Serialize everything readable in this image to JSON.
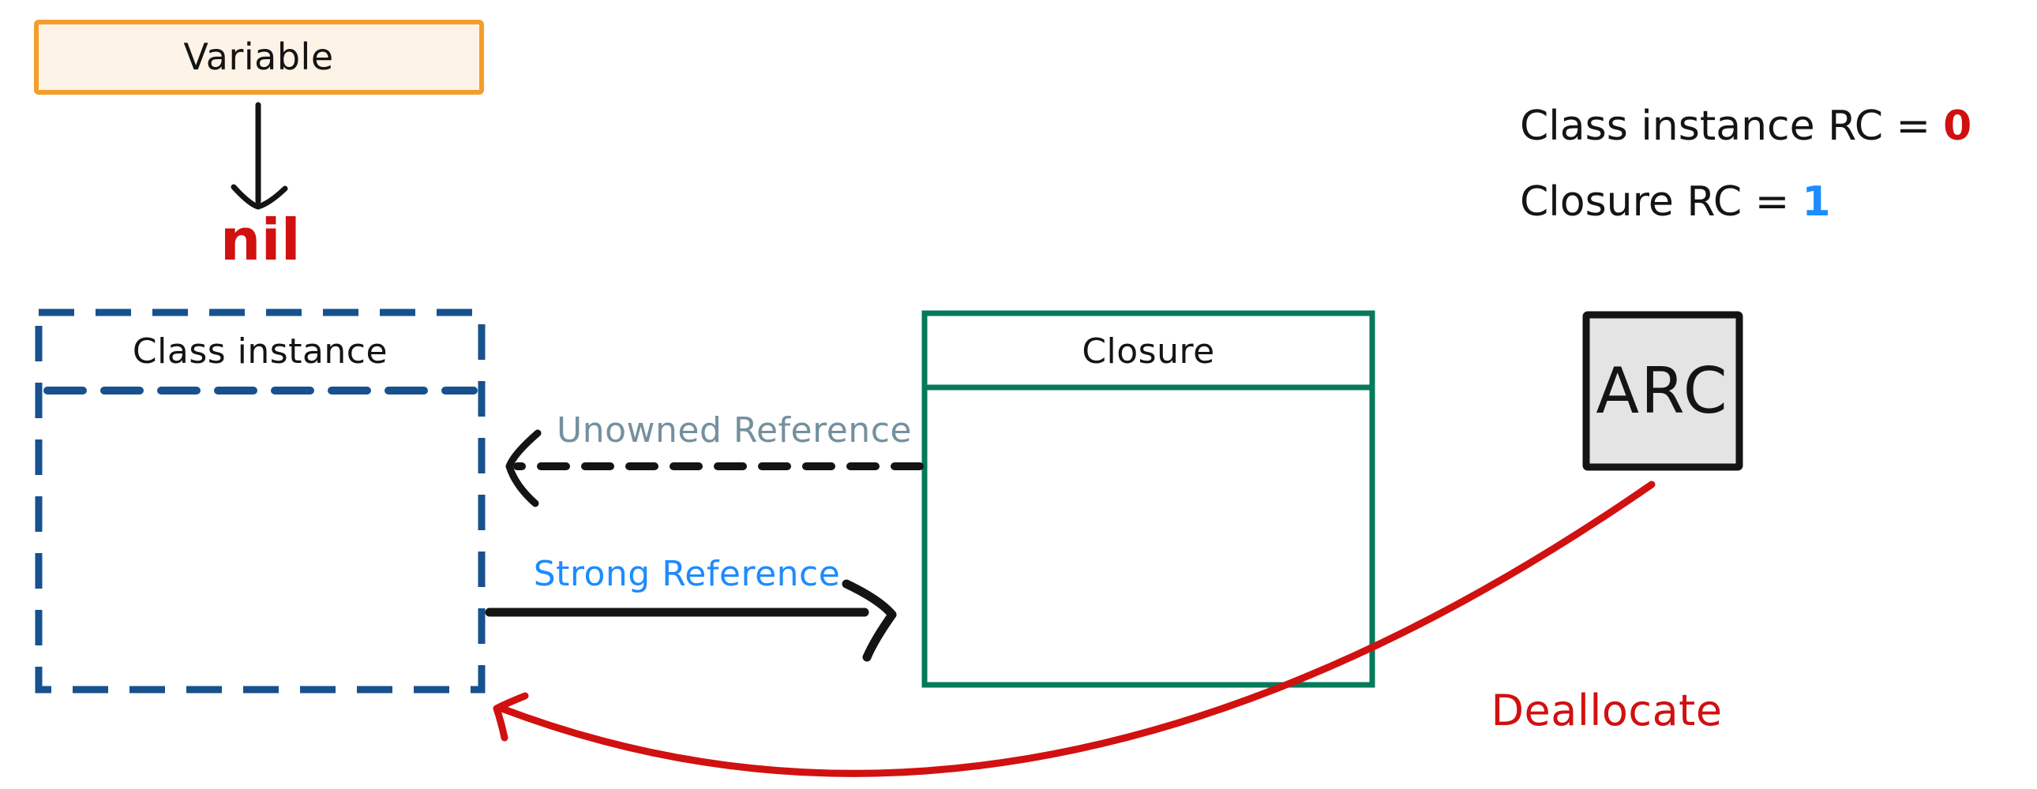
{
  "colors": {
    "orange": "#f59d2b",
    "cream": "#fdf3e6",
    "navy": "#17518e",
    "green": "#047a5a",
    "red": "#d11010",
    "blue": "#1e8bff",
    "slate": "#74909f",
    "black": "#141414",
    "arc_fill": "#e4e4e4"
  },
  "variable_box": {
    "label": "Variable"
  },
  "nil_label": "nil",
  "class_instance_box": {
    "label": "Class instance"
  },
  "closure_box": {
    "label": "Closure"
  },
  "references": {
    "unowned_label": "Unowned Reference",
    "strong_label": "Strong Reference"
  },
  "ref_counts": {
    "class_instance_label": "Class instance RC =",
    "class_instance_value": "0",
    "closure_label": "Closure RC =",
    "closure_value": "1"
  },
  "arc_box": {
    "label": "ARC"
  },
  "deallocate_label": "Deallocate"
}
